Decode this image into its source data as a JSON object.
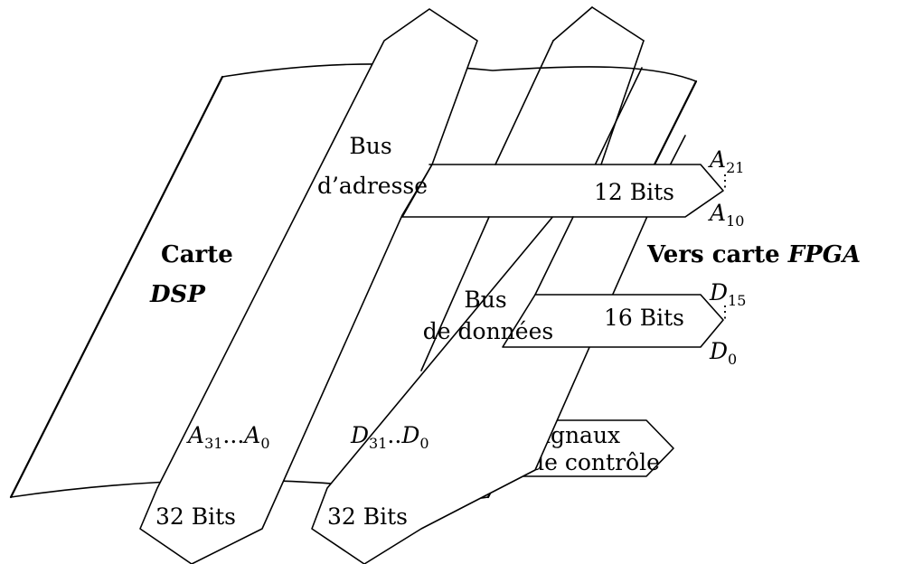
{
  "dsp_board": {
    "line1": "Carte",
    "line2": "DSP"
  },
  "fpga_target": {
    "prefix": "Vers carte ",
    "name": "FPGA"
  },
  "address_bus": {
    "line1": "Bus",
    "line2": "d’adresse",
    "width_in": "32 Bits",
    "width_out": "12 Bits",
    "range_in": {
      "hi_var": "A",
      "hi_sub": "31",
      "dots": "...",
      "lo_var": "A",
      "lo_sub": "0"
    },
    "range_out": {
      "hi_var": "A",
      "hi_sub": "21",
      "lo_var": "A",
      "lo_sub": "10"
    }
  },
  "data_bus": {
    "line1": "Bus",
    "line2": "de données",
    "width_in": "32 Bits",
    "width_out": "16 Bits",
    "range_in": {
      "hi_var": "D",
      "hi_sub": "31",
      "dots": "..",
      "lo_var": "D",
      "lo_sub": "0"
    },
    "range_out": {
      "hi_var": "D",
      "hi_sub": "15",
      "lo_var": "D",
      "lo_sub": "0"
    }
  },
  "control_bus": {
    "line1": "Signaux",
    "line2": "de contrôle"
  }
}
